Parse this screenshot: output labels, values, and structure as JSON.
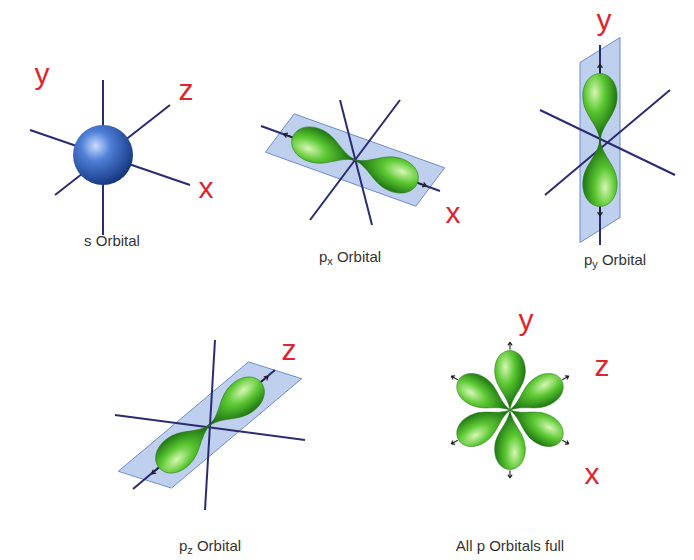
{
  "diagram": {
    "labels": [
      "y",
      "z",
      "x",
      "s Orbital",
      "x",
      "px Orbital",
      "y",
      "py Orbital",
      "z",
      "pz Orbital",
      "y",
      "z",
      "x",
      "All p Orbitals full"
    ]
  }
}
